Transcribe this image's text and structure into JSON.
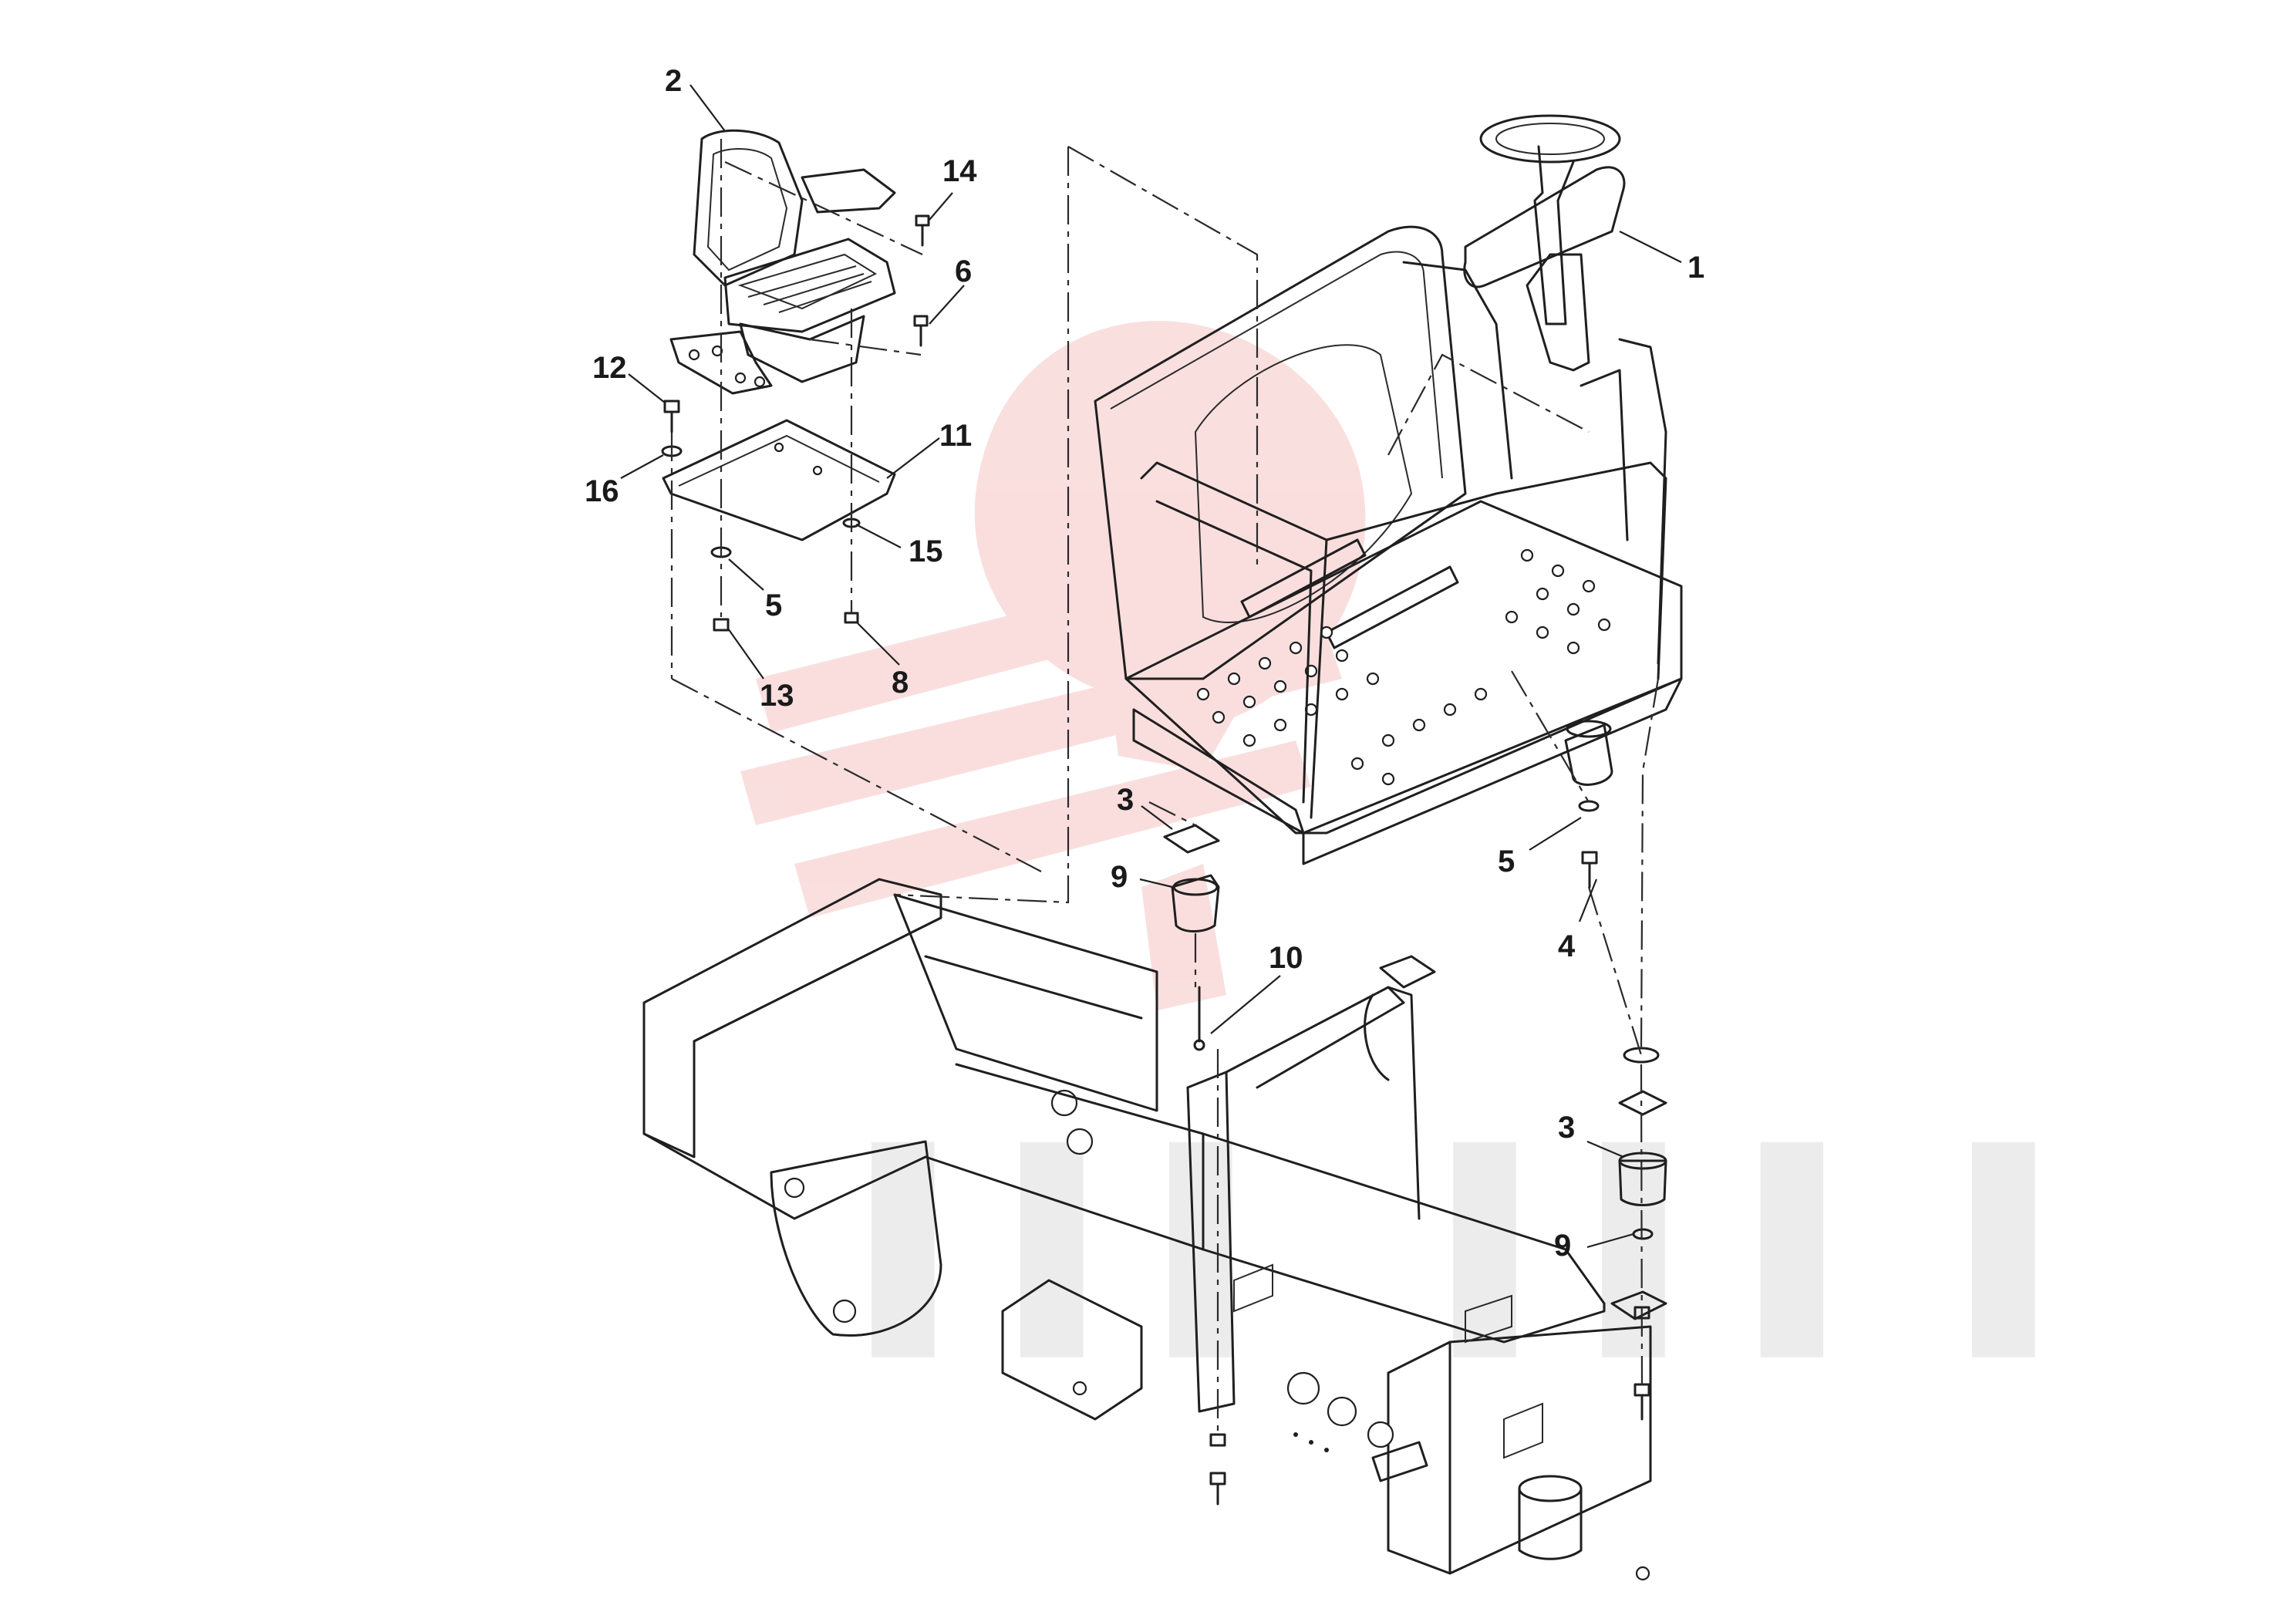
{
  "diagram": {
    "callouts": [
      {
        "label": "1"
      },
      {
        "label": "2"
      },
      {
        "label": "3"
      },
      {
        "label": "3"
      },
      {
        "label": "4"
      },
      {
        "label": "5"
      },
      {
        "label": "5"
      },
      {
        "label": "6"
      },
      {
        "label": "8"
      },
      {
        "label": "9"
      },
      {
        "label": "9"
      },
      {
        "label": "10"
      },
      {
        "label": "11"
      },
      {
        "label": "12"
      },
      {
        "label": "13"
      },
      {
        "label": "14"
      },
      {
        "label": "15"
      },
      {
        "label": "16"
      }
    ],
    "watermark": {
      "color": "#f4b3b3"
    },
    "line_color": "#1f1f1f"
  }
}
